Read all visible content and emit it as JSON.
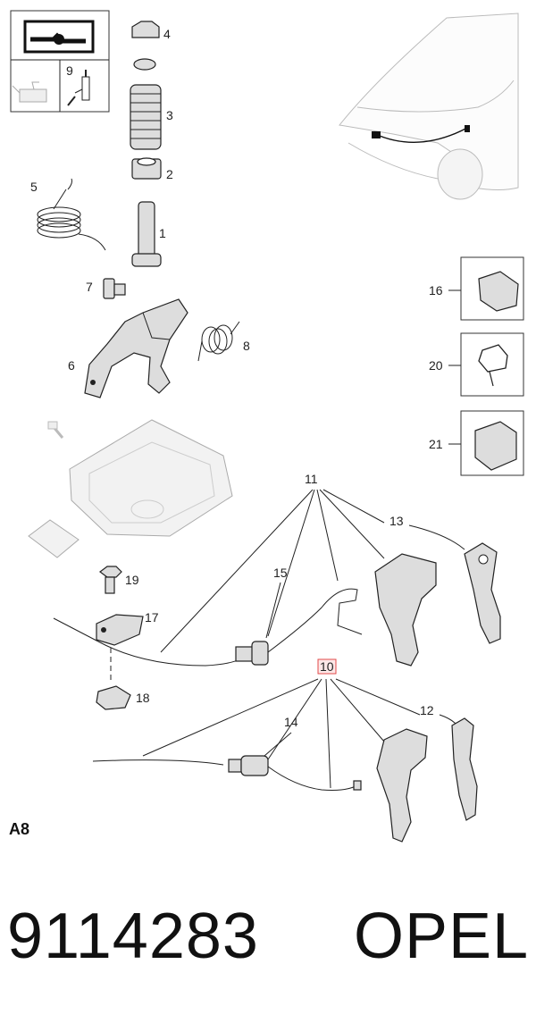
{
  "callouts": {
    "c1": "1",
    "c2": "2",
    "c3": "3",
    "c4": "4",
    "c5": "5",
    "c6": "6",
    "c7": "7",
    "c8": "8",
    "c9": "9",
    "c10": "10",
    "c11": "11",
    "c12": "12",
    "c13": "13",
    "c14": "14",
    "c15": "15",
    "c16": "16",
    "c17": "17",
    "c18": "18",
    "c19": "19",
    "c20": "20",
    "c21": "21"
  },
  "icons": [
    "manual-tools-icon",
    "oil-can-icon",
    "grease-gun-icon",
    "car-hood-overview-icon"
  ],
  "highlight_color": "#e24a4a",
  "page_code": "A8",
  "part_number": "9114283",
  "brand": "OPEL"
}
